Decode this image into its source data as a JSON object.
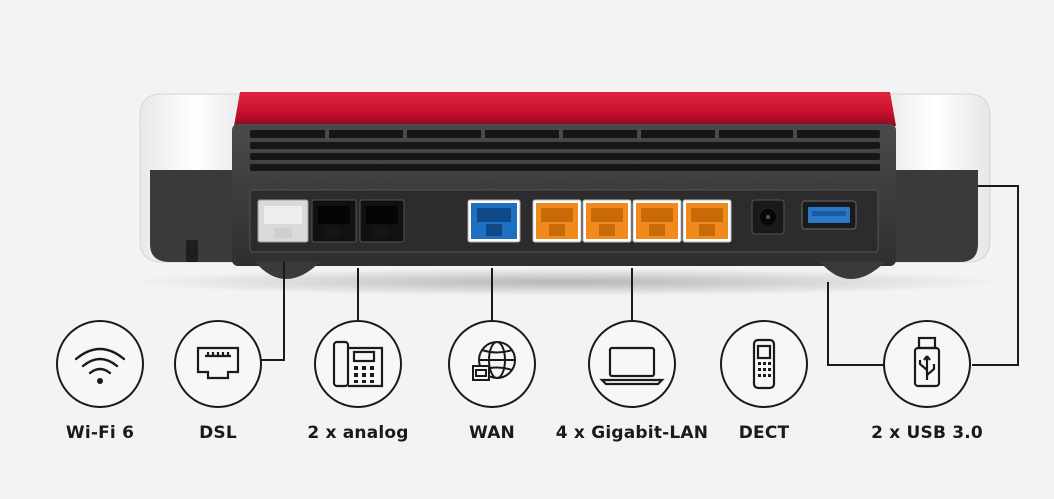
{
  "ports": {
    "dsl": "DSL",
    "fon1": "FON 1",
    "fon2": "FON 2",
    "wan": "WAN",
    "lan1": "LAN 1",
    "lan2": "LAN 2",
    "lan3": "LAN 3",
    "lan4": "LAN 4",
    "power": "Power",
    "usb": "USB"
  },
  "features": [
    {
      "label": "Wi-Fi 6",
      "icon": "wifi-icon"
    },
    {
      "label": "DSL",
      "icon": "dsl-port-icon"
    },
    {
      "label": "2 x analog",
      "icon": "analog-phone-icon"
    },
    {
      "label": "WAN",
      "icon": "wan-globe-icon"
    },
    {
      "label": "4 x Gigabit-LAN",
      "icon": "laptop-icon"
    },
    {
      "label": "DECT",
      "icon": "dect-handset-icon"
    },
    {
      "label": "2 x USB 3.0",
      "icon": "usb-stick-icon"
    }
  ],
  "colors": {
    "casing_red": "#c8102e",
    "casing_dark": "#3c3c3e",
    "casing_white": "#ffffff",
    "wan_port": "#1f6fc0",
    "lan_port": "#f08a1c",
    "usb_port": "#2b78c8"
  }
}
